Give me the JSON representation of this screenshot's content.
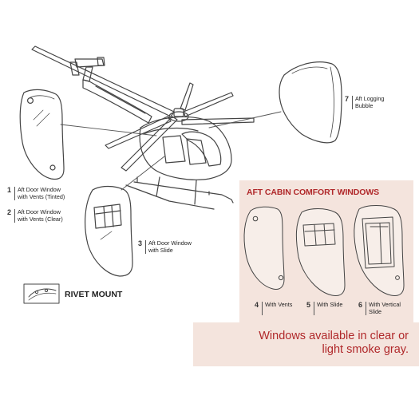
{
  "parts": [
    {
      "number": "1",
      "lines": [
        "Aft Door Window",
        "with Vents (Tinted)"
      ]
    },
    {
      "number": "2",
      "lines": [
        "Aft Door Window",
        "with Vents (Clear)"
      ]
    },
    {
      "number": "3",
      "lines": [
        "Aft Door Window",
        "with Slide"
      ]
    },
    {
      "number": "4",
      "lines": [
        "With Vents"
      ]
    },
    {
      "number": "5",
      "lines": [
        "With Slide"
      ]
    },
    {
      "number": "6",
      "lines": [
        "With Vertical",
        "Slide"
      ]
    },
    {
      "number": "7",
      "lines": [
        "Aft Logging",
        "Bubble"
      ]
    }
  ],
  "panel": {
    "title": "AFT CABIN COMFORT WINDOWS"
  },
  "note": {
    "lines": [
      "Windows available in clear or",
      "light smoke gray."
    ]
  },
  "rivet": {
    "label": "RIVET MOUNT"
  },
  "colors": {
    "accent": "#b0282a",
    "panel_bg": "#f4e4dd",
    "line": "#444444"
  }
}
